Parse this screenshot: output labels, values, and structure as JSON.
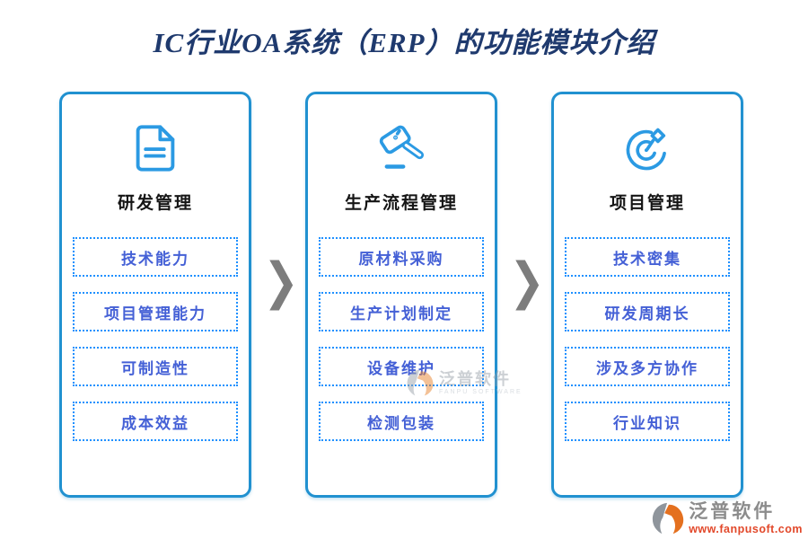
{
  "page": {
    "title": "IC行业OA系统（ERP）的功能模块介绍"
  },
  "colors": {
    "title_text": "#1f3a6e",
    "card_border": "#2191d0",
    "item_dotted_border": "#1e90ff",
    "item_text": "#4460d6",
    "card_title_text": "#151515",
    "icon_blue": "#2b9ae3",
    "arrow_gray": "#7d7d7d",
    "brand_gray": "#8c8c8c",
    "brand_orange": "#e2482a"
  },
  "cards": [
    {
      "icon": "document-icon",
      "title": "研发管理",
      "items": [
        "技术能力",
        "项目管理能力",
        "可制造性",
        "成本效益"
      ]
    },
    {
      "icon": "gavel-icon",
      "title": "生产流程管理",
      "items": [
        "原材料采购",
        "生产计划制定",
        "设备维护",
        "检测包装"
      ]
    },
    {
      "icon": "target-dart-icon",
      "title": "项目管理",
      "items": [
        "技术密集",
        "研发周期长",
        "涉及多方协作",
        "行业知识"
      ]
    }
  ],
  "arrow_glyph": "❯",
  "watermark": {
    "brand": "泛普软件",
    "sub": "FANPU SOFTWARE"
  },
  "footer": {
    "brand": "泛普软件",
    "url": "www.fanpusoft.com"
  }
}
